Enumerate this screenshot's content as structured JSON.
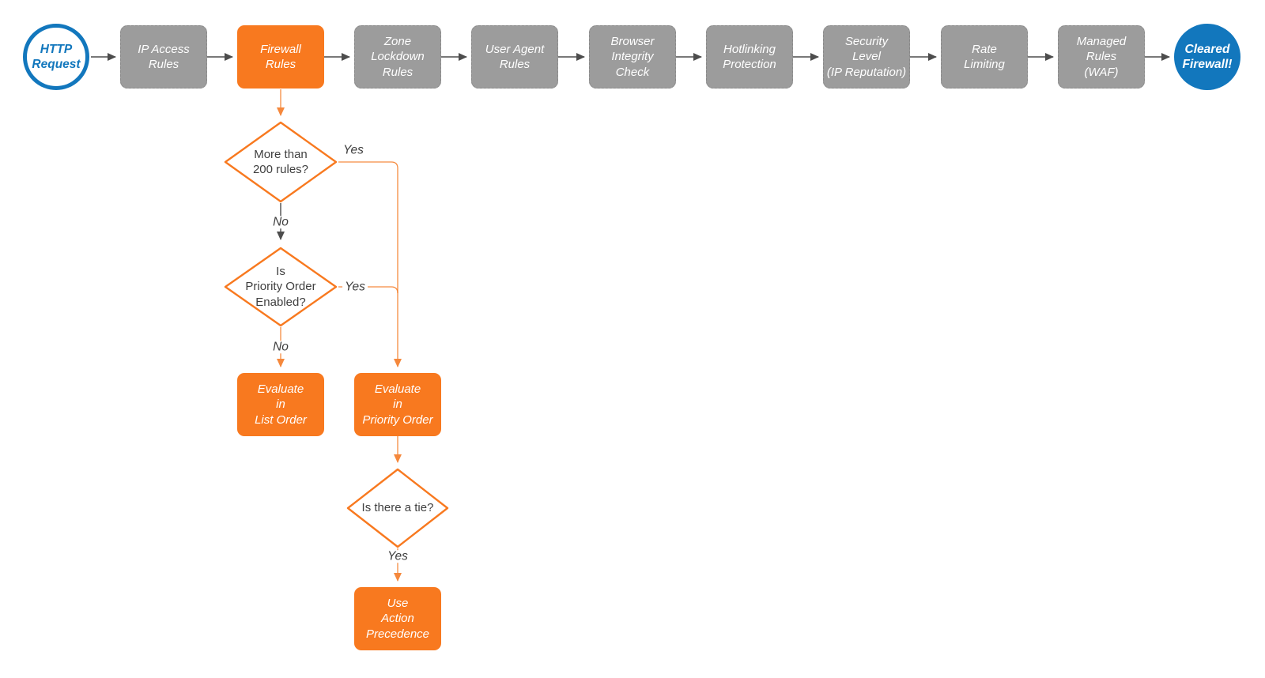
{
  "flow": {
    "start": {
      "label": "HTTP\nRequest"
    },
    "pipeline": [
      {
        "label": "IP Access\nRules",
        "highlighted": false
      },
      {
        "label": "Firewall\nRules",
        "highlighted": true
      },
      {
        "label": "Zone\nLockdown\nRules",
        "highlighted": false
      },
      {
        "label": "User Agent\nRules",
        "highlighted": false
      },
      {
        "label": "Browser\nIntegrity\nCheck",
        "highlighted": false
      },
      {
        "label": "Hotlinking\nProtection",
        "highlighted": false
      },
      {
        "label": "Security\nLevel\n(IP Reputation)",
        "highlighted": false
      },
      {
        "label": "Rate\nLimiting",
        "highlighted": false
      },
      {
        "label": "Managed\nRules\n(WAF)",
        "highlighted": false
      }
    ],
    "end": {
      "label": "Cleared\nFirewall!"
    },
    "decisions": [
      {
        "label": "More than\n200 rules?"
      },
      {
        "label": "Is\nPriority Order\nEnabled?"
      },
      {
        "label": "Is there a tie?"
      }
    ],
    "actions": [
      {
        "label": "Evaluate\nin\nList Order"
      },
      {
        "label": "Evaluate\nin\nPriority Order"
      },
      {
        "label": "Use\nAction\nPrecedence"
      }
    ],
    "edge_labels": {
      "more_than_200_yes": "Yes",
      "more_than_200_no": "No",
      "priority_enabled_yes": "Yes",
      "priority_enabled_no": "No",
      "tie_yes": "Yes"
    },
    "colors": {
      "orange_node": "#F8791F",
      "orange_arrow": "#F4741B",
      "gray_node": "#9C9C9C",
      "blue": "#1277BD",
      "gray_arrow": "#4D4D4D",
      "decision_text": "#404040",
      "node_text": "#FFFFFF",
      "background": "#FFFFFF"
    }
  }
}
